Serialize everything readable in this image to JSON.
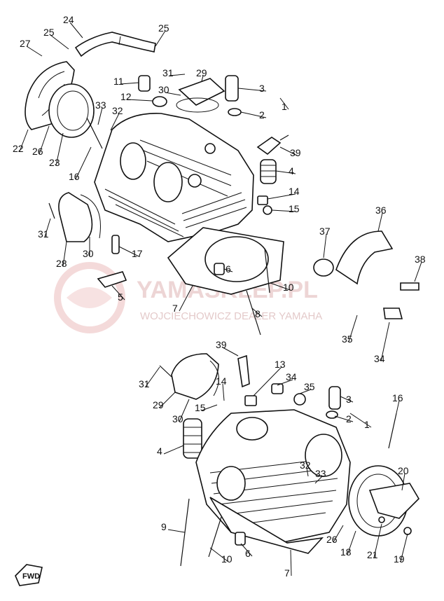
{
  "watermark": {
    "brand": "YAMASKLEP.PL",
    "tagline": "WOJCIECHOWICZ DEALER YAMAHA"
  },
  "direction_marker": "FWD",
  "callouts_top": [
    "24",
    "25",
    "25",
    "27",
    "31",
    "29",
    "11",
    "12",
    "30",
    "3",
    "2",
    "1",
    "33",
    "32",
    "22",
    "26",
    "23",
    "16",
    "39",
    "4",
    "14",
    "15",
    "31",
    "30",
    "28",
    "17",
    "36",
    "37",
    "38",
    "5",
    "6",
    "10",
    "7",
    "8",
    "35",
    "34"
  ],
  "callouts_bottom": [
    "39",
    "13",
    "34",
    "35",
    "31",
    "29",
    "14",
    "3",
    "2",
    "1",
    "16",
    "15",
    "30",
    "4",
    "32",
    "33",
    "20",
    "9",
    "6",
    "26",
    "18",
    "21",
    "19",
    "10",
    "7"
  ]
}
